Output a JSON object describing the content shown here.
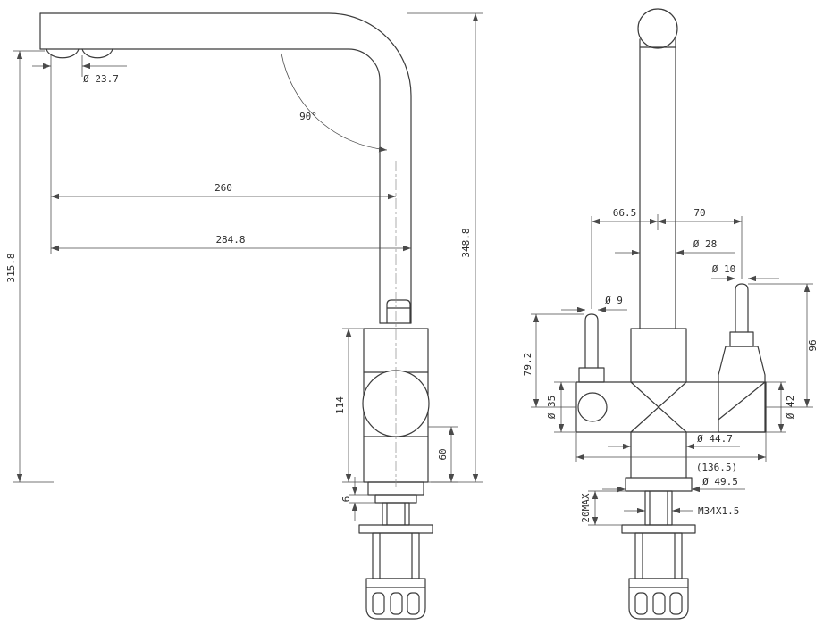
{
  "colors": {
    "line": "#3b3b3b",
    "dimension_line": "#4a4a4a",
    "background": "#ffffff"
  },
  "side": {
    "aerator_diameter": "Ø 23.7",
    "bend_angle": "90°",
    "reach_center": "260",
    "reach_overall": "284.8",
    "height_under_spout": "315.8",
    "height_overall": "348.8",
    "body_height": "114",
    "outlet_height": "60",
    "washer_thickness": "6"
  },
  "front": {
    "left_handle_offset": "66.5",
    "right_handle_offset": "70",
    "column_diameter": "Ø 28",
    "right_lever_diameter": "Ø 10",
    "left_lever_diameter": "Ø 9",
    "left_handle_height": "79.2",
    "left_hub_diameter": "Ø 35",
    "right_hub_diameter": "Ø 42",
    "right_handle_height": "96",
    "body_diameter": "Ø 44.7",
    "overall_width": "(136.5)",
    "base_diameter": "Ø 49.5",
    "thread_spec": "M34X1.5",
    "thread_length": "20MAX"
  }
}
